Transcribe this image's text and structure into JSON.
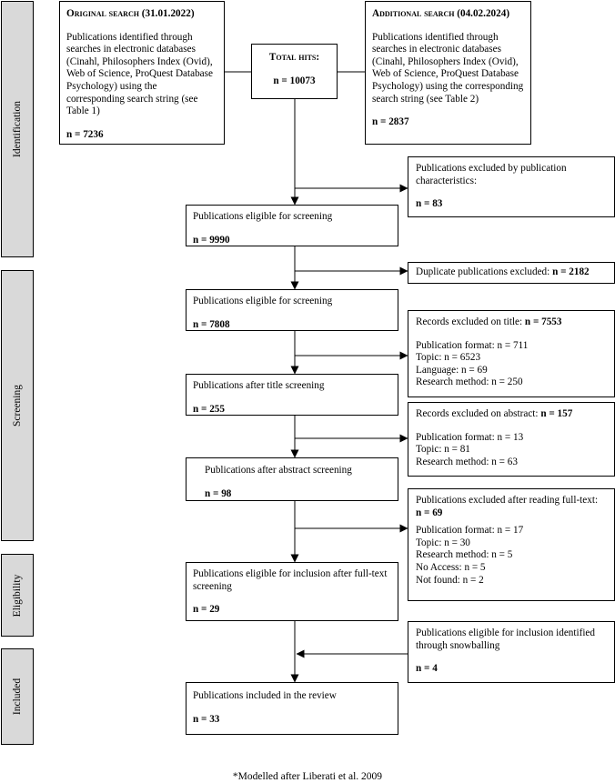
{
  "phases": {
    "identification": "Identification",
    "screening": "Screening",
    "eligibility": "Eligibility",
    "included": "Included"
  },
  "original_search": {
    "title": "Original search (31.01.2022)",
    "text": "Publications identified through searches in electronic databases (Cinahl, Philosophers Index (Ovid), Web of Science, ProQuest Database Psychology) using the corresponding search string (see Table 1)",
    "count": "n = 7236"
  },
  "additional_search": {
    "title": "Additional search (04.02.2024)",
    "text": "Publications identified through searches in electronic databases (Cinahl, Philosophers Index (Ovid), Web of Science, ProQuest Database Psychology) using the corresponding search string (see Table 2)",
    "count": "n = 2837"
  },
  "total_hits": {
    "title": "Total hits:",
    "count": "n = 10073"
  },
  "excluded_characteristics": {
    "text": "Publications excluded by publication characteristics:",
    "count": "n = 83"
  },
  "eligible_1": {
    "text": "Publications eligible for screening",
    "count": "n = 9990"
  },
  "duplicates": {
    "text": "Duplicate publications excluded:",
    "count": "n = 2182"
  },
  "eligible_2": {
    "text": "Publications eligible for screening",
    "count": "n = 7808"
  },
  "excluded_title": {
    "heading": "Records excluded on title:",
    "count": "n = 7553",
    "lines": [
      "Publication format: n = 711",
      "Topic: n = 6523",
      "Language: n = 69",
      "Research method: n = 250"
    ]
  },
  "after_title": {
    "text": "Publications after title screening",
    "count": "n = 255"
  },
  "excluded_abstract": {
    "heading": "Records excluded on abstract:",
    "count": "n = 157",
    "lines": [
      "Publication format: n = 13",
      "Topic: n = 81",
      "Research method: n = 63"
    ]
  },
  "after_abstract": {
    "text": "Publications after abstract screening",
    "count": "n = 98"
  },
  "excluded_fulltext": {
    "heading": "Publications excluded after reading full-text:",
    "count": "n = 69",
    "lines": [
      "Publication format: n = 17",
      "Topic: n = 30",
      "Research method: n = 5",
      "No Access: n = 5",
      "Not found: n = 2"
    ]
  },
  "eligible_fulltext": {
    "text": "Publications eligible for inclusion after full-text screening",
    "count": "n = 29"
  },
  "snowballing": {
    "text": "Publications eligible for inclusion identified through snowballing",
    "count": "n = 4"
  },
  "included": {
    "text": "Publications included in the review",
    "count": "n = 33"
  },
  "footnote": "*Modelled after Liberati et al. 2009"
}
